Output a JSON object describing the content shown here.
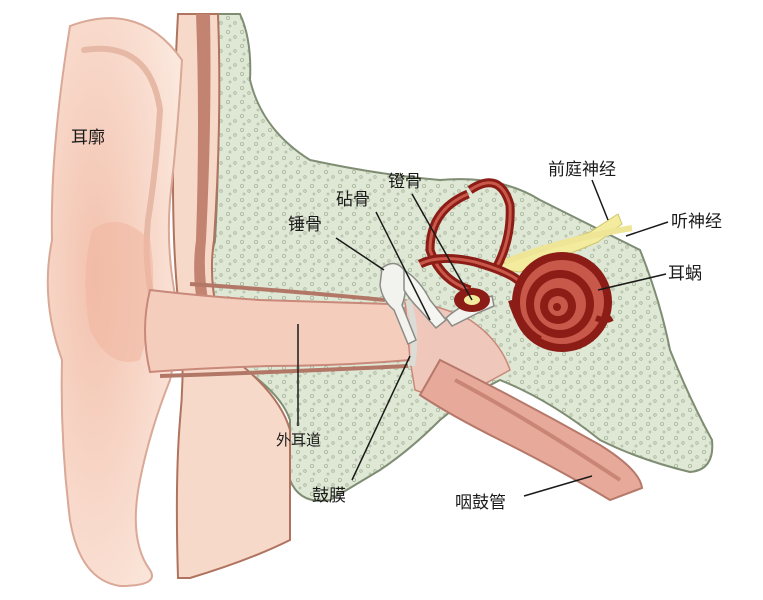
{
  "labels": {
    "auricle": "耳廓",
    "malleus": "锤骨",
    "incus": "砧骨",
    "stapes": "镫骨",
    "vestibular_nerve": "前庭神经",
    "auditory_nerve": "听神经",
    "cochlea": "耳蜗",
    "ear_canal": "外耳道",
    "eardrum": "鼓膜",
    "eustachian_tube": "咽鼓管"
  },
  "colors": {
    "skin": "#f6d6c6",
    "skin_dark": "#e9b3a0",
    "bone": "#dfe7d5",
    "cavity": "#efc9bd",
    "labyrinth": "#8b1c16",
    "labyrinth_inner": "#c8584a",
    "nerve": "#f3ec9e",
    "ossicle": "#f2f2ef"
  }
}
